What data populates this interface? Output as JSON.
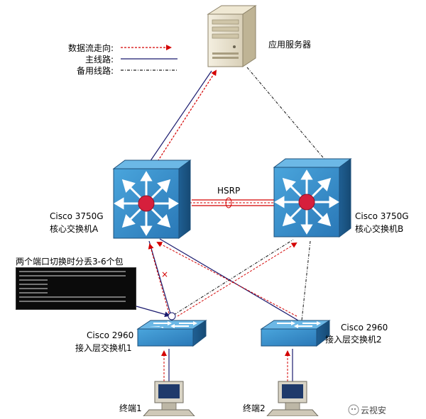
{
  "legend": {
    "data_flow_label": "数据流走向:",
    "main_link_label": "主线路:",
    "backup_link_label": "备用线路:"
  },
  "server": {
    "label": "应用服务器"
  },
  "core_a": {
    "model": "Cisco 3750G",
    "role": "核心交换机A"
  },
  "core_b": {
    "model": "Cisco 3750G",
    "role": "核心交换机B"
  },
  "hsrp_label": "HSRP",
  "access_1": {
    "model": "Cisco 2960",
    "role": "接入层交换机1"
  },
  "access_2": {
    "model": "Cisco 2960",
    "role": "接入层交换机2"
  },
  "terminal_1": "终端1",
  "terminal_2": "终端2",
  "packet_loss_note": "两个端口切换时分丢3-6个包",
  "watermark": "云视安",
  "colors": {
    "data_flow": "#d40000",
    "main_link": "#1a1a6e",
    "backup_link": "#222222",
    "switch_blue": "#2f86c6",
    "router_red": "#d61f3c"
  }
}
